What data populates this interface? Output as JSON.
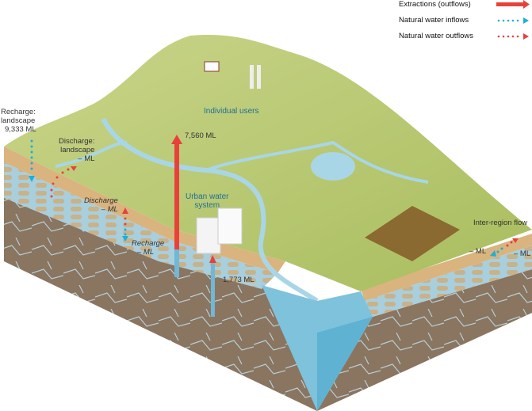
{
  "legend": {
    "extractions": "Extractions (outflows)",
    "inflows": "Natural water inflows",
    "outflows": "Natural water outflows"
  },
  "labels": {
    "recharge_landscape": "Recharge:",
    "recharge_landscape_2": "landscape",
    "recharge_landscape_value": "9,333 ML",
    "discharge_landscape": "Discharge:",
    "discharge_landscape_2": "landscape",
    "discharge_landscape_value": "– ML",
    "discharge_aquifer": "Discharge",
    "discharge_aquifer_value": "– ML",
    "recharge_aquifer": "Recharge",
    "recharge_aquifer_value": "– ML",
    "individual_users": "Individual users",
    "individual_users_value": "7,560 ML",
    "urban_water_system": "Urban water",
    "urban_water_system_2": "system",
    "urban_value": "1,773 ML",
    "inter_region_flow": "Inter-region flow",
    "inter_region_in": "– ML",
    "inter_region_out": "– ML"
  },
  "colors": {
    "extraction": "#e8413a",
    "inflow": "#1ab0d8",
    "outflow": "#e8413a",
    "land": "#b5c56a",
    "water": "#a9d6e6"
  }
}
